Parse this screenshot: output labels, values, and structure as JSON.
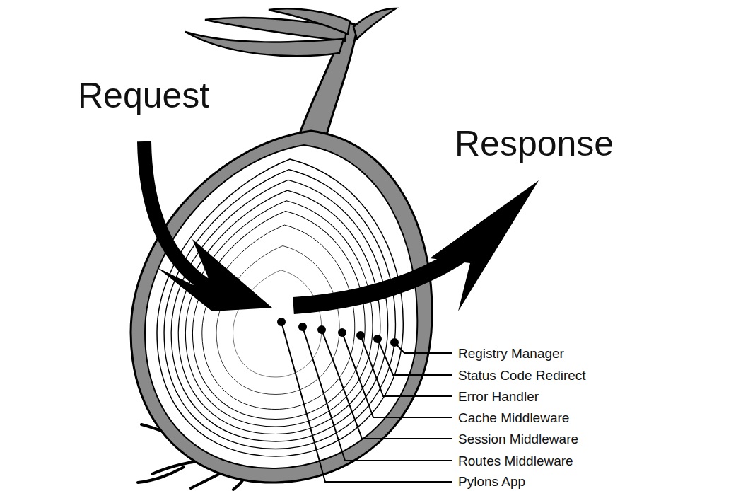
{
  "diagram": {
    "labels": [
      "Request",
      "Response",
      "Registry Manager",
      "Status Code Redirect",
      "Error Handler",
      "Cache Middleware",
      "Session Middleware",
      "Routes Middleware",
      "Pylons App"
    ]
  }
}
